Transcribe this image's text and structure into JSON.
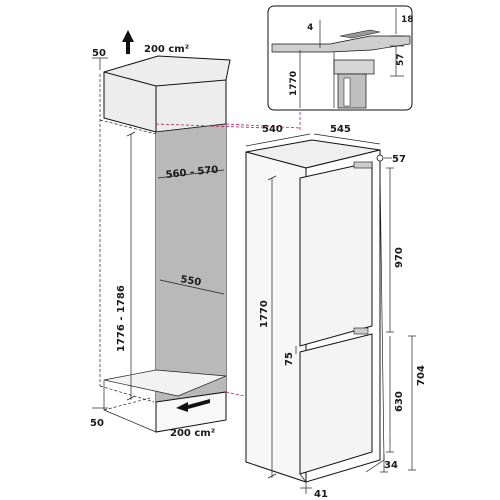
{
  "cabinet": {
    "vent_top": "200 cm²",
    "vent_bottom": "200 cm²",
    "top_gap": "50",
    "bottom_gap": "50",
    "niche_height": "1776 - 1786",
    "niche_width": "560 - 570",
    "niche_depth": "550"
  },
  "detail": {
    "gap_top": "4",
    "gap_right": "18",
    "depth": "57",
    "height": "1770"
  },
  "fridge": {
    "depth": "540",
    "width": "545",
    "side_offset": "57",
    "upper_door": "970",
    "gap_middle": "75",
    "lower_door_total": "704",
    "lower_door": "630",
    "total_height": "1770",
    "bottom_offset": "34",
    "foot": "41"
  }
}
